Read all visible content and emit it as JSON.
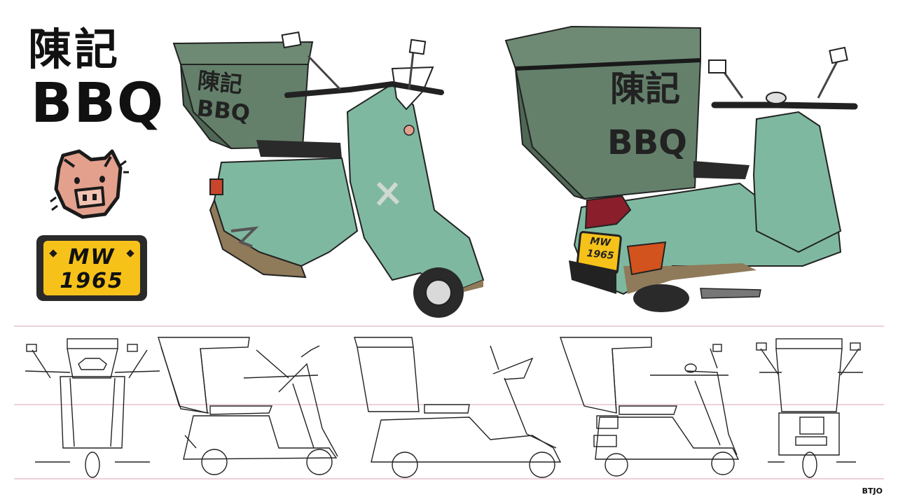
{
  "logo": {
    "cjk": "陳記",
    "latin": "BBQ"
  },
  "plate": {
    "line1": "MW",
    "line2": "1965",
    "color": "#f6c21a"
  },
  "scooter_box_text": {
    "left_cjk": "陳記",
    "left_latin": "BBQ",
    "right_cjk": "陳記",
    "right_latin": "BBQ"
  },
  "rear_plate": {
    "line1": "MW",
    "line2": "1965"
  },
  "signature": "BTJO",
  "colors": {
    "body": "#7fb8a0",
    "body_dark": "#5e9681",
    "box": "#6f8a74",
    "box_dark": "#4f6856",
    "rust": "#8f7a5a",
    "pig": "#e3a08c",
    "taillight": "#8b1e2b",
    "indicator": "#d2531e",
    "guide_line": "#d8a0b8"
  }
}
